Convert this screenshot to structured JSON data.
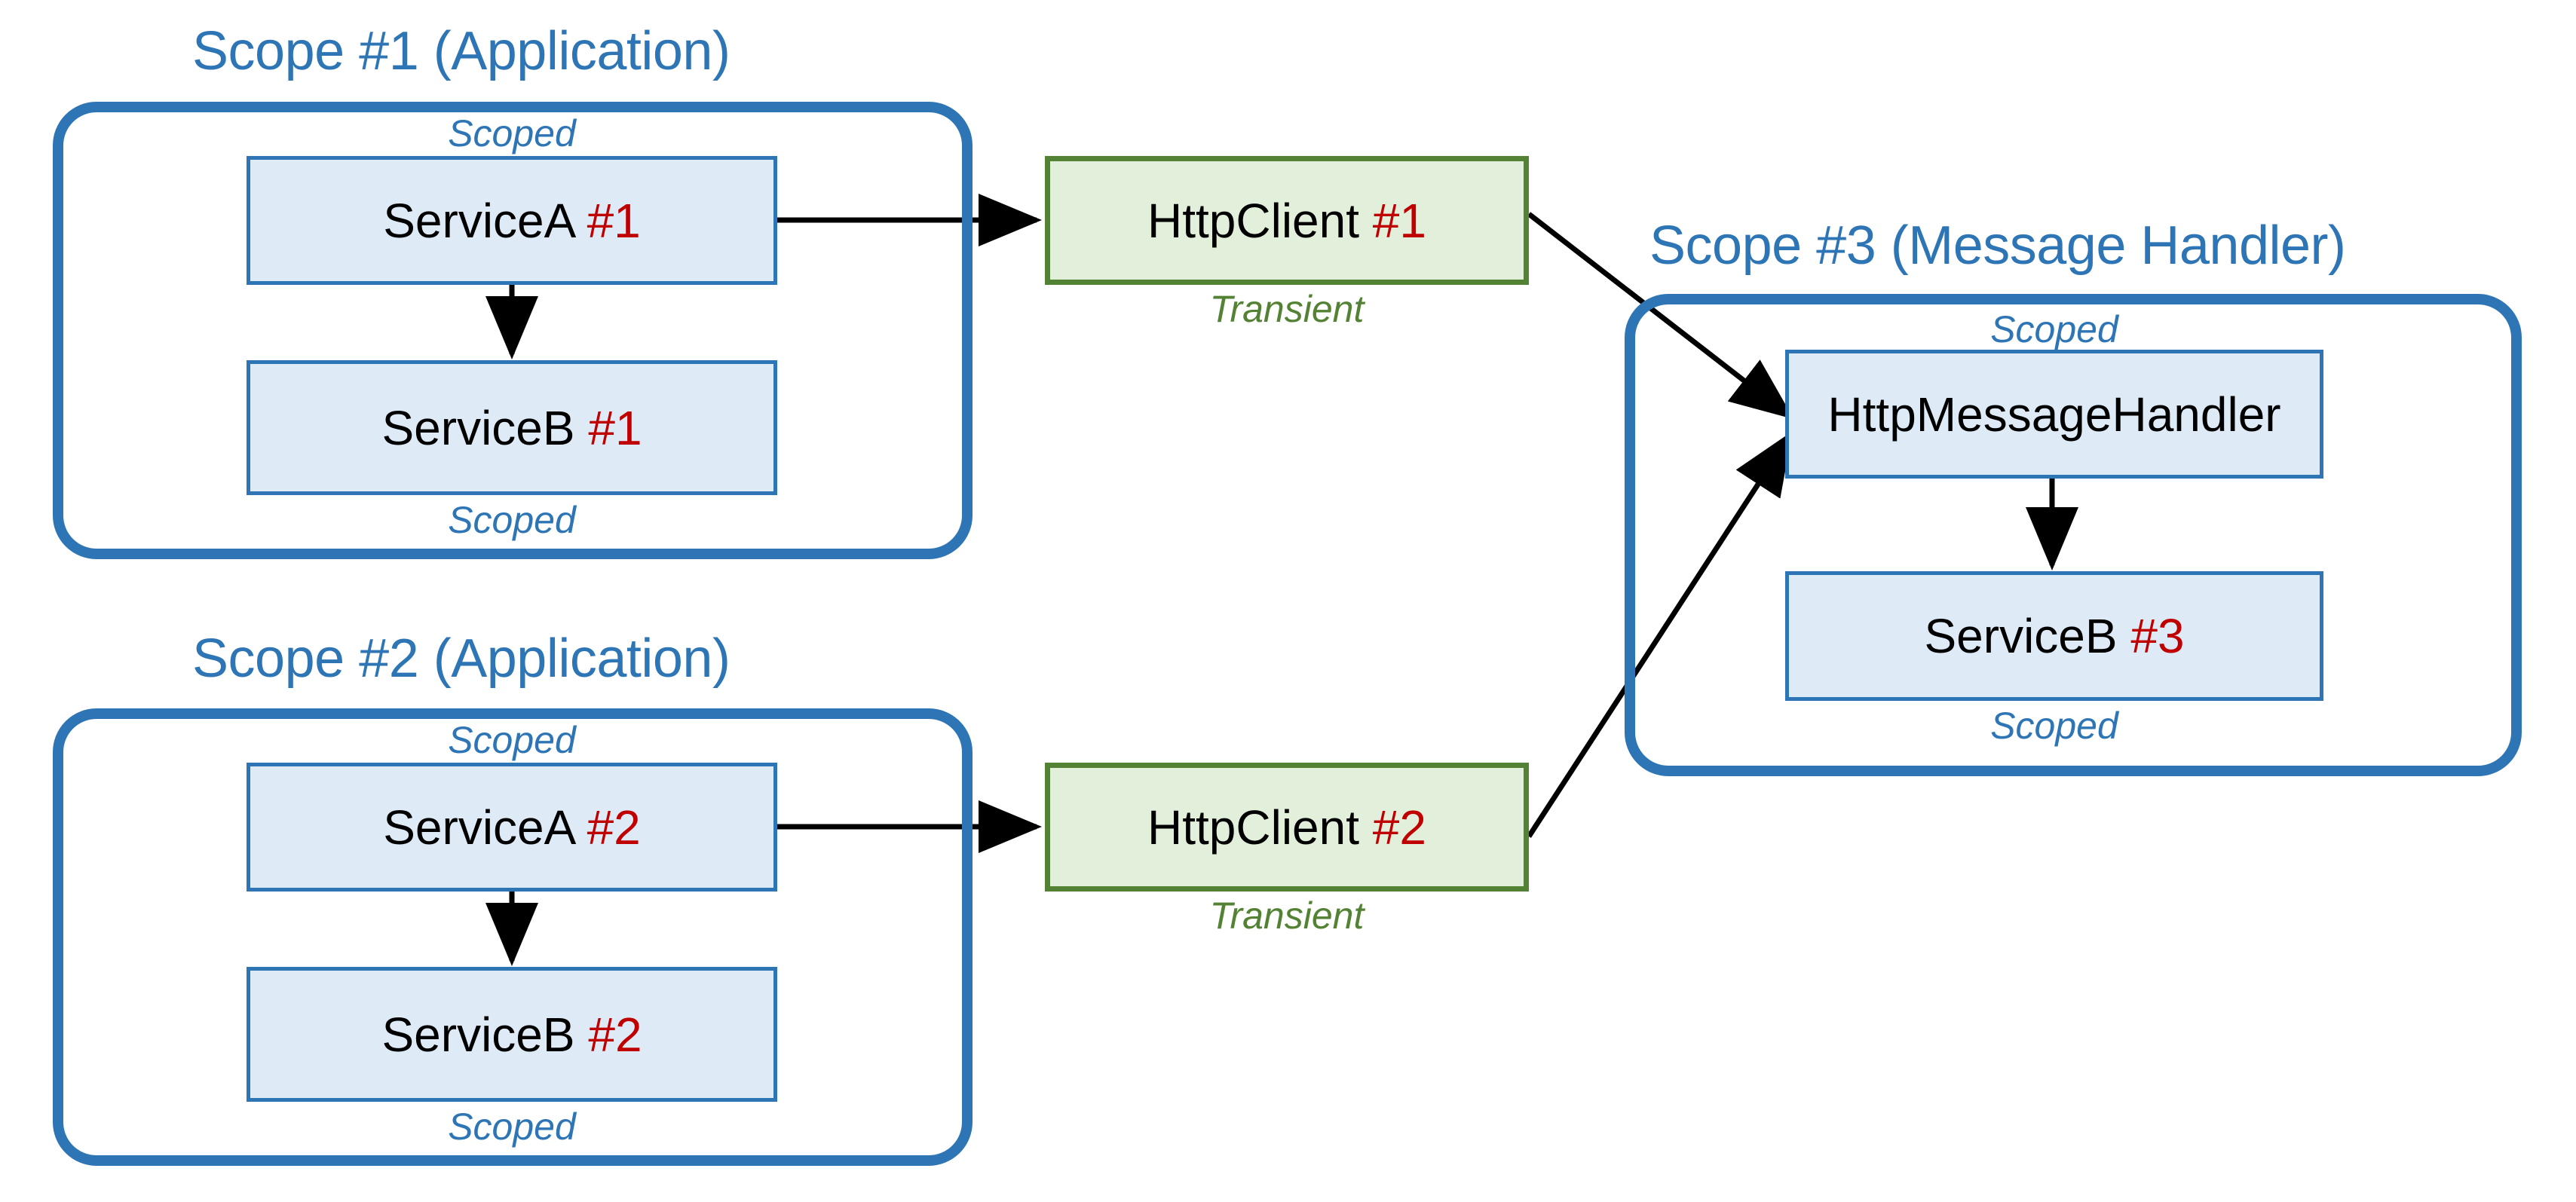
{
  "diagram": {
    "title_color": "#2E75B6",
    "scoped_color": "#2E75B6",
    "transient_color": "#548235",
    "index_color": "#C00000",
    "node_blue_fill": "#DEEAF6",
    "node_blue_border": "#2E75B6",
    "node_green_fill": "#E2EFDA",
    "node_green_border": "#548235",
    "arrow_color": "#000000"
  },
  "scope1": {
    "title": "Scope #1 (Application)",
    "caption_top": "Scoped",
    "caption_bottom": "Scoped",
    "serviceA": {
      "name": "ServiceA",
      "index": "#1"
    },
    "serviceB": {
      "name": "ServiceB",
      "index": "#1"
    }
  },
  "scope2": {
    "title": "Scope #2 (Application)",
    "caption_top": "Scoped",
    "caption_bottom": "Scoped",
    "serviceA": {
      "name": "ServiceA",
      "index": "#2"
    },
    "serviceB": {
      "name": "ServiceB",
      "index": "#2"
    }
  },
  "scope3": {
    "title": "Scope #3 (Message Handler)",
    "caption_top": "Scoped",
    "caption_bottom": "Scoped",
    "handler": {
      "name": "HttpMessageHandler",
      "index": ""
    },
    "serviceB": {
      "name": "ServiceB",
      "index": "#3"
    }
  },
  "httpclient1": {
    "name": "HttpClient",
    "index": "#1",
    "caption": "Transient"
  },
  "httpclient2": {
    "name": "HttpClient",
    "index": "#2",
    "caption": "Transient"
  }
}
